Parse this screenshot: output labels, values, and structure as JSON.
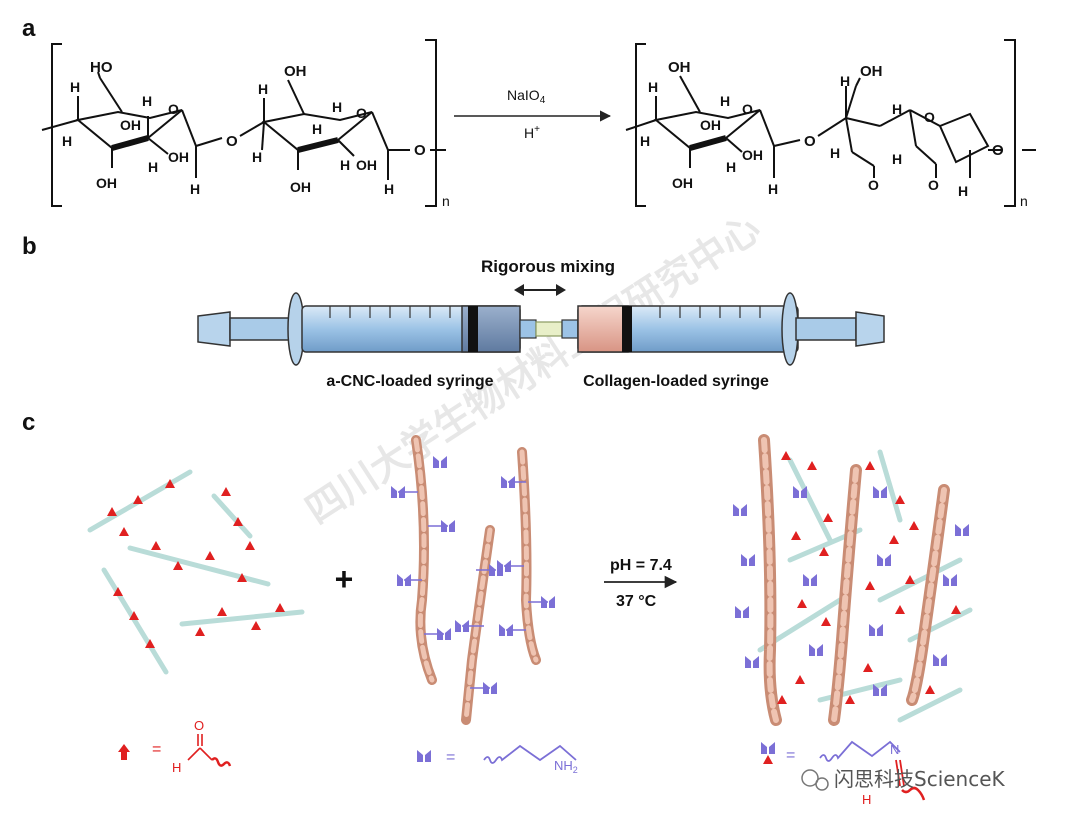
{
  "panels": {
    "a": {
      "label": "a",
      "reagent_top": "NaIO",
      "reagent_top_sub": "4",
      "reagent_bottom": "H",
      "reagent_bottom_sup": "+",
      "repeat_n": "n"
    },
    "b": {
      "label": "b",
      "mixing_label": "Rigorous mixing",
      "left_syringe_label": "a-CNC-loaded syringe",
      "right_syringe_label": "Collagen-loaded syringe"
    },
    "c": {
      "label": "c",
      "plus": "+",
      "condition_1": "pH = 7.4",
      "condition_2": "37 °C",
      "legend_equals": "=",
      "aldehyde_O": "O",
      "aldehyde_H": "H",
      "amine_label": "NH",
      "amine_sub": "2",
      "imine_N": "N",
      "imine_H": "H"
    }
  },
  "watermark": {
    "diagonal": "四川大学生物材料工程研究中心",
    "corner": "闪思科技ScienceK"
  },
  "colors": {
    "aldehyde": "#e02020",
    "amine": "#7b6fd6",
    "collagen": "#e0a88c",
    "cnc": "#b9dcd8",
    "syringe": "#a9cbe8"
  }
}
